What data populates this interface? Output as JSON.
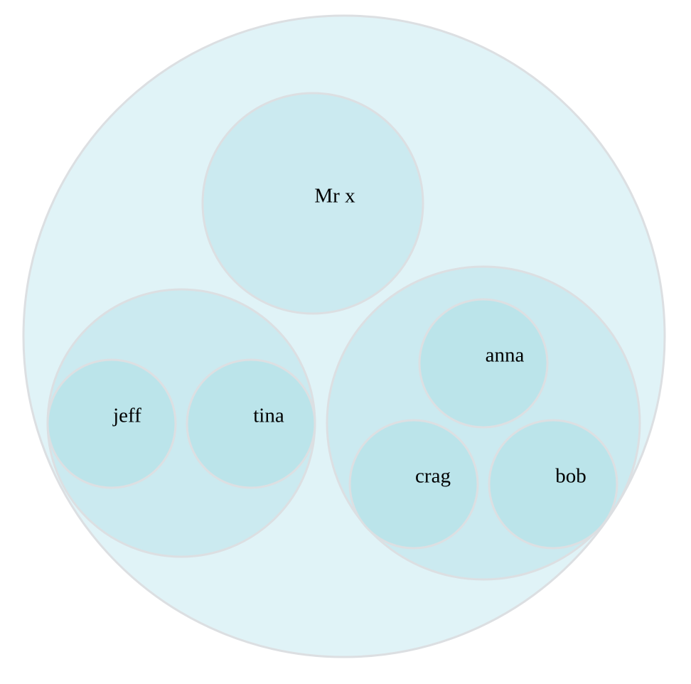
{
  "diagram": {
    "type": "circle-packing",
    "colors": {
      "root_fill": "#e0f3f7",
      "group_fill": "#cbeaf0",
      "leaf_fill": "#bbe4ea",
      "stroke": "#dcdfe2",
      "text": "#000000"
    },
    "root": {
      "name": "",
      "children": [
        {
          "name": "Mr x"
        },
        {
          "name": "",
          "children": [
            {
              "name": "jeff"
            },
            {
              "name": "tina"
            }
          ]
        },
        {
          "name": "",
          "children": [
            {
              "name": "anna"
            },
            {
              "name": "crag"
            },
            {
              "name": "bob"
            }
          ]
        }
      ]
    }
  }
}
